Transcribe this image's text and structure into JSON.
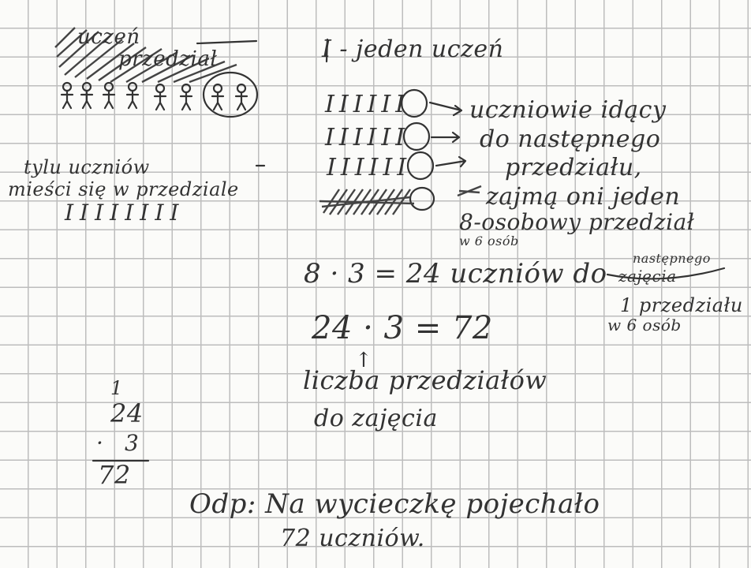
{
  "top_left": {
    "scratched_1": "uczeń",
    "scratched_2": "przedział"
  },
  "legend": "I - jeden uczeń",
  "tally_rows": [
    "IIIIII",
    "IIIIII",
    "IIIIII"
  ],
  "right_notes": {
    "line1": "uczniowie idący",
    "line2": "do następnego",
    "line3": "przedziału,",
    "line4": "zajmą oni jeden",
    "line5": "8-osobowy przedział",
    "line5_sub": "w 6 osób"
  },
  "left_note": {
    "line1": "tylu uczniów",
    "line2": "mieści się w przedziale",
    "tally": "IIIIIIII"
  },
  "equation1": "8 · 3 = 24 uczniów do",
  "equation1_note_top": "następnego",
  "equation1_note_bottom": "zajęcia",
  "side_note": {
    "line1": "1 przedziału",
    "line2": "w 6 osób"
  },
  "equation2": "24 · 3 = 72",
  "arrow_up": "↑",
  "caption": {
    "line1": "liczba przedziałów",
    "line2": "do zajęcia"
  },
  "column_mult": {
    "carry": "1",
    "top": "24",
    "op": "·",
    "bottom": "3",
    "result": "72"
  },
  "answer": {
    "line1": "Odp: Na wycieczkę pojechało",
    "line2": "72 uczniów."
  }
}
